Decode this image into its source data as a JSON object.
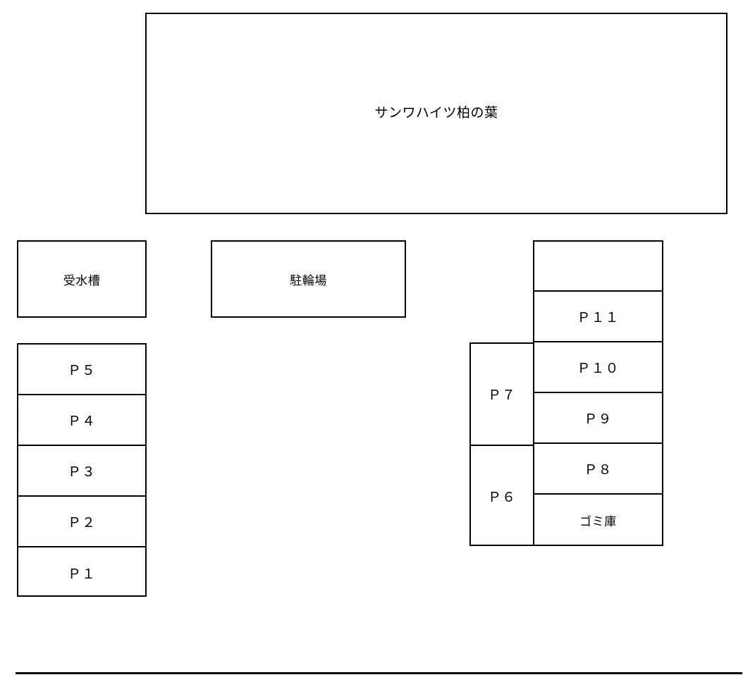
{
  "plan": {
    "title": "サンワハイツ柏の葉",
    "building": {
      "label": "サンワハイツ柏の葉"
    },
    "facilities": [
      {
        "name": "water-tank",
        "label": "受水槽"
      },
      {
        "name": "bicycle-parking",
        "label": "駐輪場"
      }
    ],
    "parking_stack_left": [
      {
        "label": "Ｐ５"
      },
      {
        "label": "Ｐ４"
      },
      {
        "label": "Ｐ３"
      },
      {
        "label": "Ｐ２"
      },
      {
        "label": "Ｐ１"
      }
    ],
    "cluster_right": {
      "column_left": [
        {
          "label": "Ｐ７"
        },
        {
          "label": "Ｐ６"
        }
      ],
      "column_right": [
        {
          "label": ""
        },
        {
          "label": "Ｐ１１"
        },
        {
          "label": "Ｐ１０"
        },
        {
          "label": "Ｐ９"
        },
        {
          "label": "Ｐ８"
        },
        {
          "label": "ゴミ庫"
        }
      ]
    },
    "colors": {
      "line": "#000000",
      "background": "#ffffff",
      "text": "#000000"
    }
  }
}
